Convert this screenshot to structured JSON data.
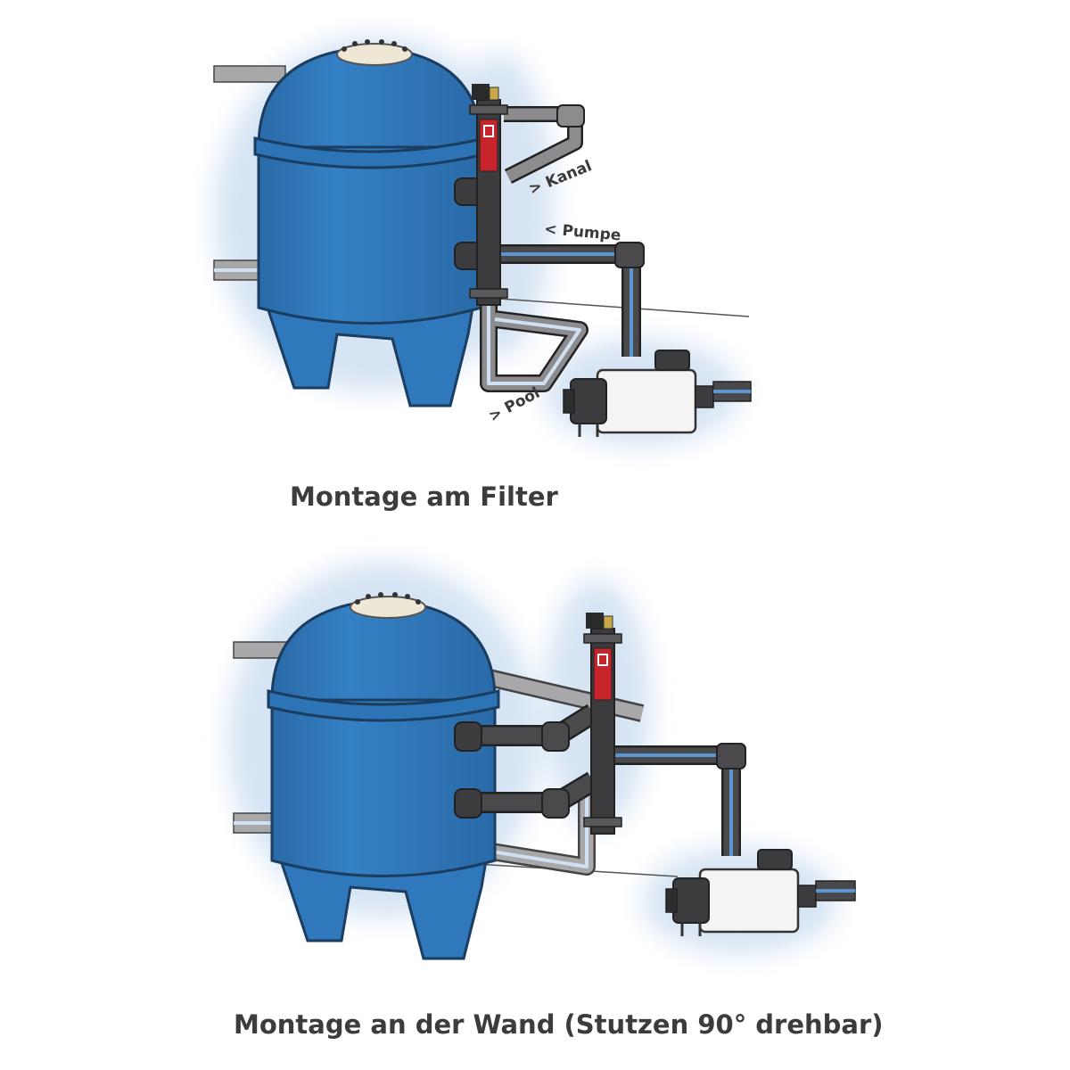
{
  "diagrams": [
    {
      "id": "filter",
      "caption": "Montage am Filter",
      "labels": {
        "kanal": "> Kanal",
        "pumpe": "< Pumpe",
        "pool": "> Pool"
      }
    },
    {
      "id": "wall",
      "caption": "Montage an der Wand (Stutzen 90° drehbar)"
    }
  ],
  "colors": {
    "tank_blue": "#2f78bb",
    "tank_dark": "#235e97",
    "pipe_grey": "#4a4a4c",
    "water_blue": "#5b96d2",
    "glow": "#cfe0f2",
    "heater_red": "#c8242b",
    "pump_white": "#f4f4f4"
  },
  "icons": [
    "sand-filter-tank-icon",
    "heat-exchanger-icon",
    "pool-pump-icon",
    "pipe-elbow-icon"
  ]
}
